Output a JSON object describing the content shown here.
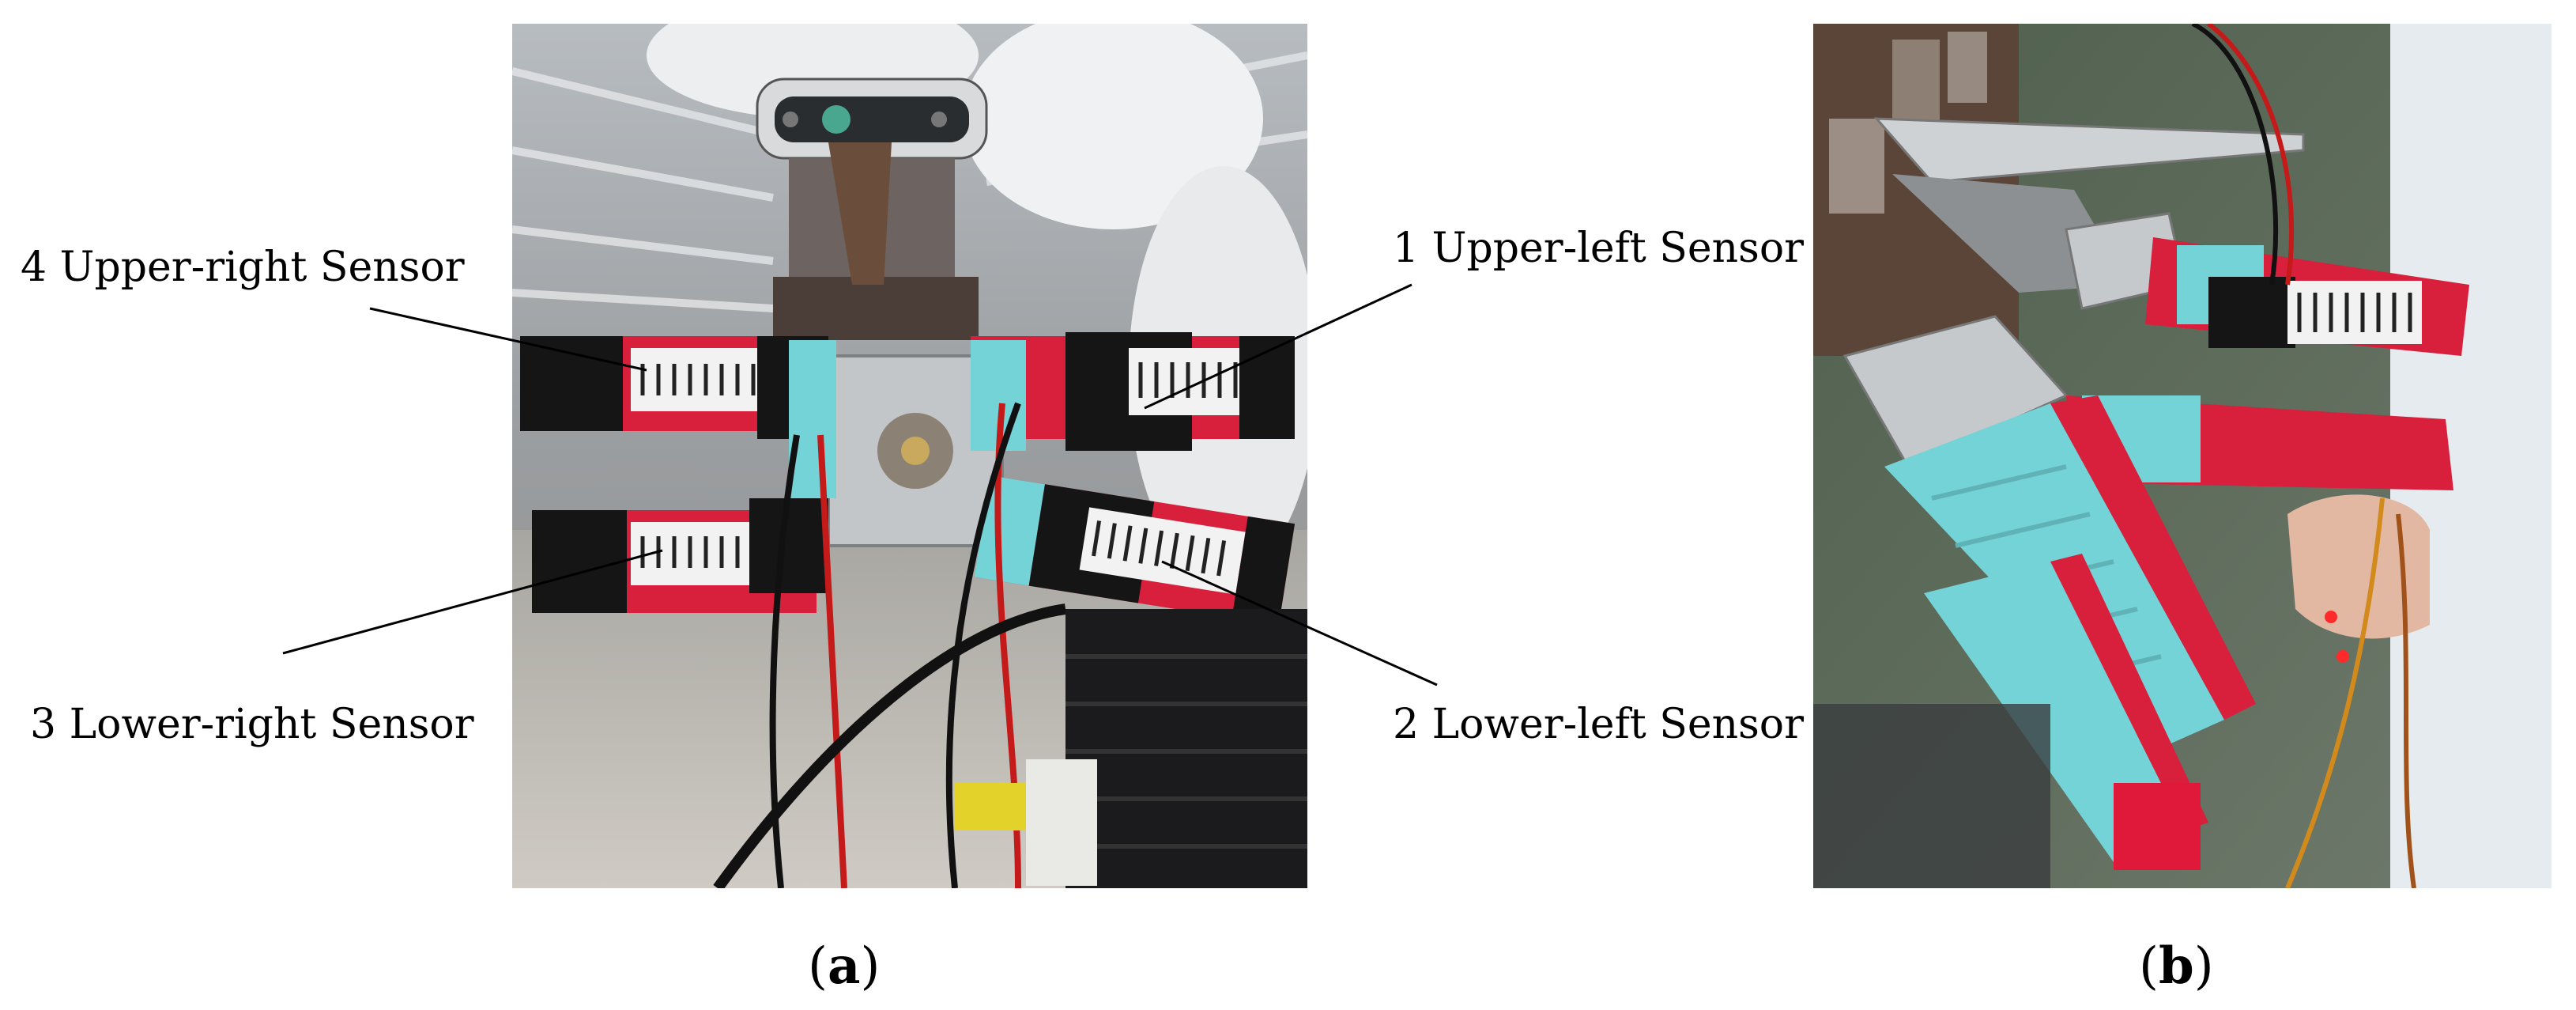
{
  "figure": {
    "panel_a": {
      "caption_letter": "a",
      "sensor_labels": {
        "upper_right": "4 Upper-right Sensor",
        "upper_left": "1 Upper-left Sensor",
        "lower_right": "3 Lower-right Sensor",
        "lower_left": "2 Lower-left Sensor"
      }
    },
    "panel_b": {
      "caption_letter": "b"
    }
  },
  "colors": {
    "sensor_red": "#d81f3c",
    "finger_cyan": "#74d3d6",
    "sensor_black": "#151515",
    "metal": "#b9bcc0",
    "background_gray": "#8d8f92"
  }
}
